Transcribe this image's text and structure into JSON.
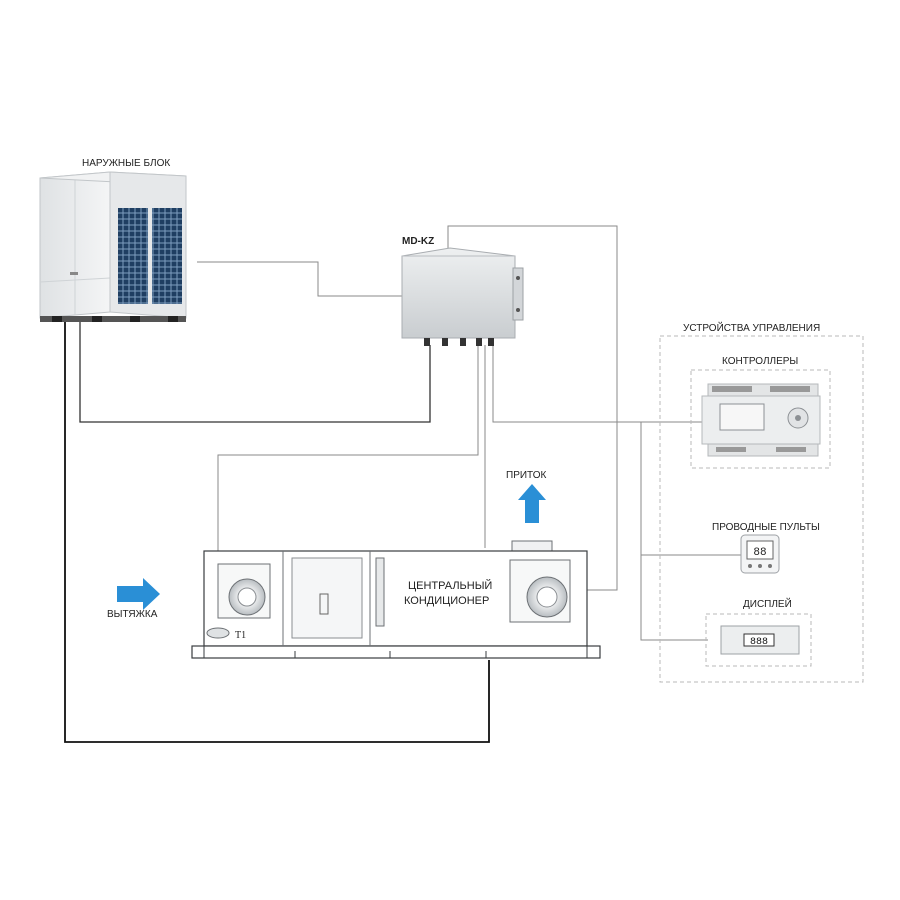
{
  "labels": {
    "outdoor_unit": "НАРУЖНЫЕ БЛОК",
    "md_kz": "MD-KZ",
    "control_devices": "УСТРОЙСТВА УПРАВЛЕНИЯ",
    "controllers": "КОНТРОЛЛЕРЫ",
    "wired_remotes": "ПРОВОДНЫЕ ПУЛЬТЫ",
    "display": "ДИСПЛЕЙ",
    "supply": "ПРИТОК",
    "exhaust": "ВЫТЯЖКА",
    "ahu_line1": "ЦЕНТРАЛЬНЫЙ",
    "ahu_line2": "КОНДИЦИОНЕР",
    "sensor_t1": "T1",
    "display_digits": "888",
    "remote_digits": "88"
  },
  "colors": {
    "arrow_blue": "#2a8fd6",
    "dashed_border": "#b9b9b9",
    "thin_line": "#8a8a8a",
    "thick_line": "#111111",
    "unit_body": "#e9ebec",
    "grille": "#2b4d74"
  },
  "icons": {
    "outdoor_unit": "outdoor-unit-icon",
    "md_kz": "md-kz-box-icon",
    "controller": "controller-icon",
    "remote": "wired-remote-icon",
    "display": "display-icon",
    "fan": "fan-icon"
  }
}
